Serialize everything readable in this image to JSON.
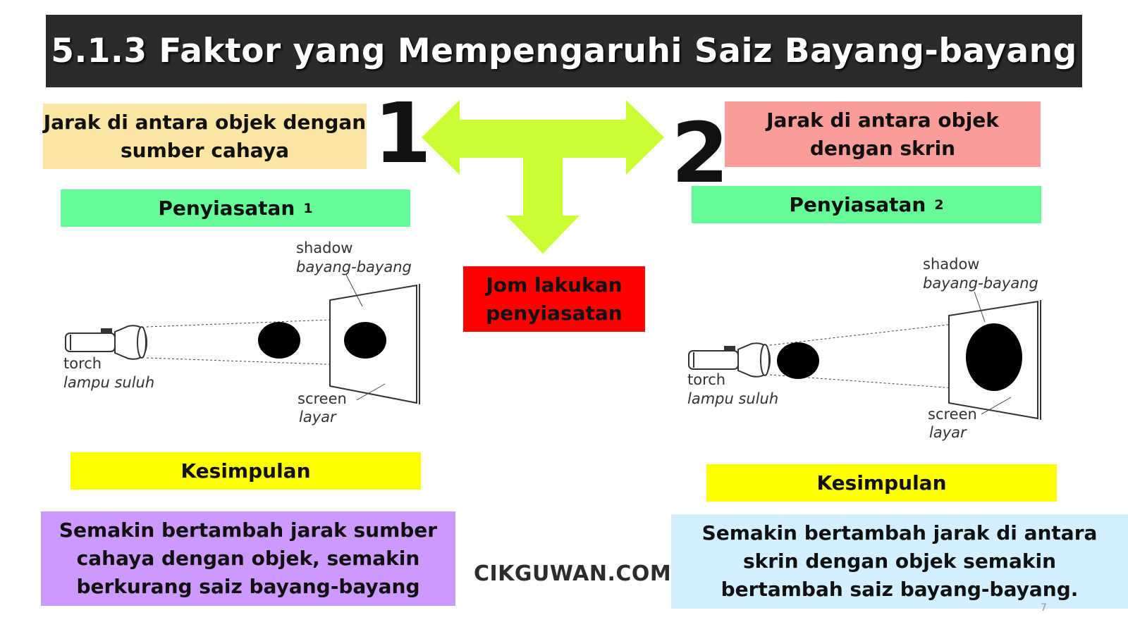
{
  "title": "5.1.3  Faktor yang Mempengaruhi Saiz Bayang-bayang",
  "factor_1": {
    "number": "1",
    "label": "Jarak di antara objek dengan sumber cahaya",
    "investigation": "Penyiasatan",
    "investigation_number": "1",
    "conclusion_heading": "Kesimpulan",
    "conclusion": "Semakin bertambah jarak sumber cahaya dengan objek, semakin berkurang saiz bayang-bayang"
  },
  "factor_2": {
    "number": "2",
    "label": "Jarak di antara objek dengan skrin",
    "investigation": "Penyiasatan",
    "investigation_number": "2",
    "conclusion_heading": "Kesimpulan",
    "conclusion": "Semakin bertambah jarak di antara skrin dengan objek semakin bertambah saiz bayang-bayang."
  },
  "call_to_action": "Jom lakukan penyiasatan",
  "website": "CIKGUWAN.COM",
  "diagram_labels": {
    "shadow": "shadow",
    "shadow_ms": "bayang-bayang",
    "torch": "torch",
    "torch_ms": "lampu suluh",
    "screen": "screen",
    "screen_ms": "layar"
  },
  "page_mark": "7",
  "colors": {
    "title_bg": "#2b2b2b",
    "factor_1_bg": "#fbe5a2",
    "factor_2_bg": "#fa9d9a",
    "investigation_bg": "#66fc9a",
    "conclusion_heading_bg": "#ffff00",
    "conclusion_1_bg": "#cc99ff",
    "conclusion_2_bg": "#d4efff",
    "action_bg": "#ff0000",
    "arrow": "#ccff33"
  }
}
